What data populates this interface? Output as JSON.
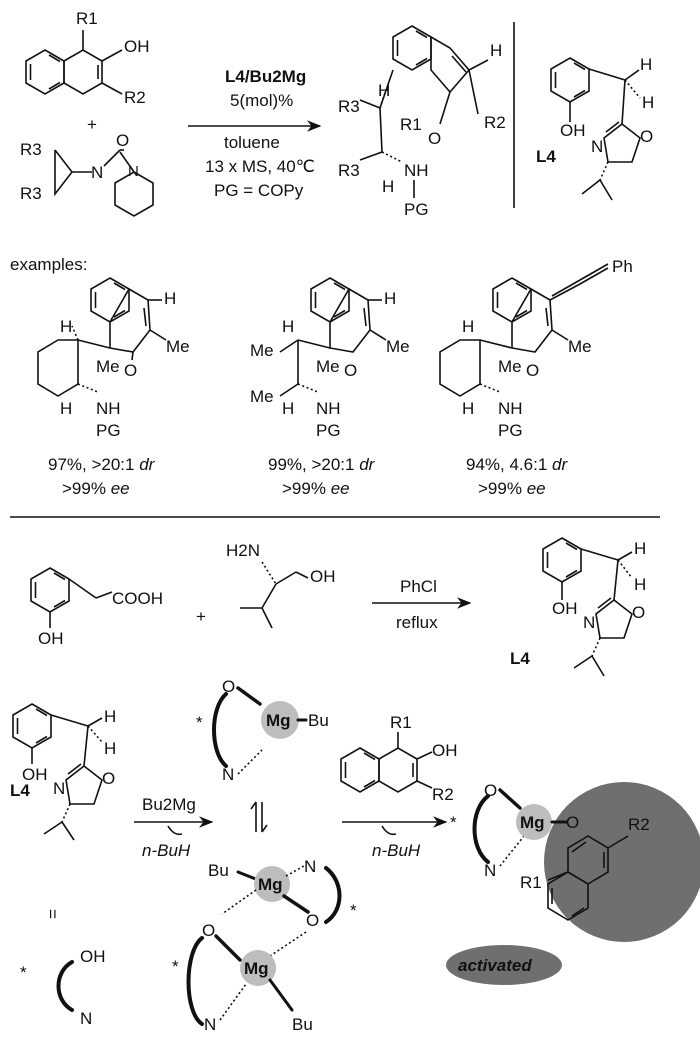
{
  "scheme": {
    "top": {
      "reagent_line1": "L4/Bu2Mg",
      "reagent_line2": "5(mol)%",
      "cond_line1": "toluene",
      "cond_line2": "13 x MS, 40℃",
      "cond_line3": "PG = COPy",
      "plus": "+",
      "ligand_label": "L4"
    },
    "substituents": {
      "r1": "R1",
      "r2": "R2",
      "r3": "R3",
      "oh": "OH",
      "o": "O",
      "n": "N",
      "nh": "NH",
      "pg": "PG",
      "h": "H",
      "me": "Me",
      "ph": "Ph"
    },
    "examples": {
      "heading": "examples:",
      "items": [
        {
          "line1_plain": "97%, >20:1 ",
          "line1_ital": "dr",
          "line2_plain": ">99% ",
          "line2_ital": "ee"
        },
        {
          "line1_plain": "99%, >20:1 ",
          "line1_ital": "dr",
          "line2_plain": ">99% ",
          "line2_ital": "ee"
        },
        {
          "line1_plain": "94%, 4.6:1 ",
          "line1_ital": "dr",
          "line2_plain": ">99% ",
          "line2_ital": "ee"
        }
      ]
    },
    "synthesis": {
      "cooh": "COOH",
      "h2n": "H2N",
      "plus": "+",
      "reagent": "PhCl",
      "condition": "reflux",
      "product_label": "L4"
    },
    "mechanism": {
      "ligand_label": "L4",
      "reagent1": "Bu2Mg",
      "byproduct1": "n-BuH",
      "byproduct2": "n-BuH",
      "equals": "=",
      "metal": "Mg",
      "bu": "Bu",
      "star": "*",
      "activated": "activated"
    }
  }
}
